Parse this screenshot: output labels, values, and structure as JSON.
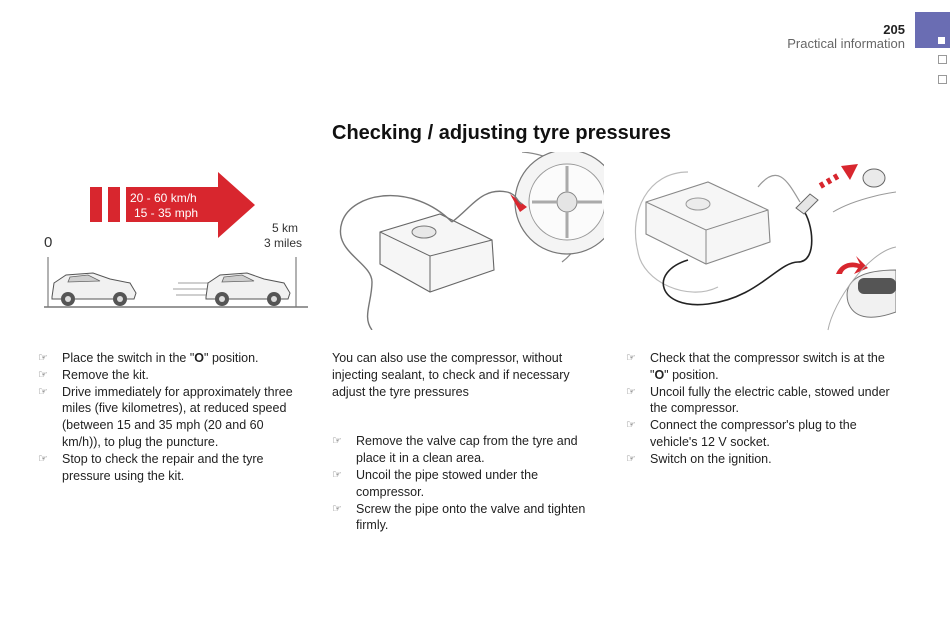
{
  "header": {
    "page_number": "205",
    "section": "Practical information"
  },
  "title": "Checking / adjusting tyre pressures",
  "figure_speed": {
    "speed_kmh": "20 - 60 km/h",
    "speed_mph": "15 - 35 mph",
    "start_label": "0",
    "distance_km": "5 km",
    "distance_miles": "3 miles"
  },
  "col1": {
    "items": [
      {
        "before": "Place the switch in the \"",
        "bold": "O",
        "after": "\" position."
      },
      {
        "text": "Remove the kit."
      },
      {
        "text": "Drive immediately for approximately three miles (five kilometres), at reduced speed (between 15 and 35 mph (20 and 60 km/h)), to plug the puncture."
      },
      {
        "text": "Stop to check the repair and the tyre pressure using the kit."
      }
    ]
  },
  "col2": {
    "intro": "You can also use the compressor, without injecting sealant, to check and if necessary adjust the tyre pressures",
    "items": [
      {
        "text": "Remove the valve cap from the tyre and place it in a clean area."
      },
      {
        "text": "Uncoil the pipe stowed under the compressor."
      },
      {
        "text": "Screw the pipe onto the valve and tighten firmly."
      }
    ]
  },
  "col3": {
    "items": [
      {
        "before": "Check that the compressor switch is at the \"",
        "bold": "O",
        "after": "\" position."
      },
      {
        "text": "Uncoil fully the electric cable, stowed under the compressor."
      },
      {
        "text": "Connect the compressor's plug to the vehicle's 12 V socket."
      },
      {
        "text": "Switch on the ignition."
      }
    ]
  },
  "bullet_glyph": "☞"
}
